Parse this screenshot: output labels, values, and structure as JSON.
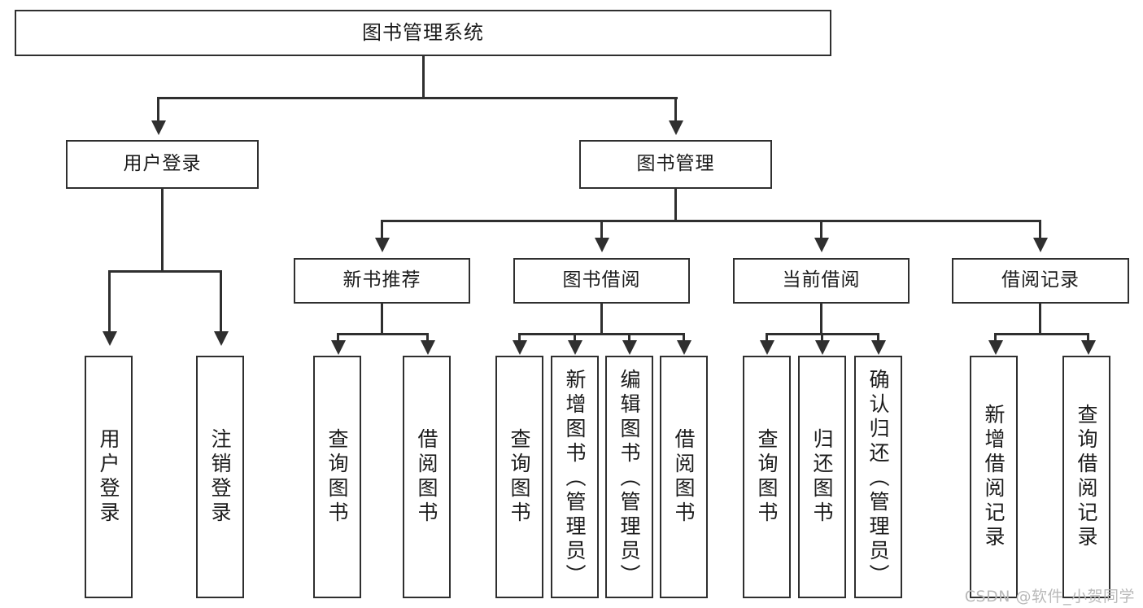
{
  "diagram": {
    "title": "图书管理系统",
    "type": "tree-hierarchy",
    "root": {
      "id": "root",
      "label": "图书管理系统"
    },
    "level2": [
      {
        "id": "user-login",
        "label": "用户登录"
      },
      {
        "id": "book-manage",
        "label": "图书管理"
      }
    ],
    "level3": [
      {
        "id": "new-book-recommend",
        "label": "新书推荐"
      },
      {
        "id": "book-borrow",
        "label": "图书借阅"
      },
      {
        "id": "current-borrow",
        "label": "当前借阅"
      },
      {
        "id": "borrow-record",
        "label": "借阅记录"
      }
    ],
    "leaves": {
      "user_login": [
        {
          "id": "leaf-user-login",
          "label": "用户登录"
        },
        {
          "id": "leaf-logout-login",
          "label": "注销登录"
        }
      ],
      "new_book_recommend": [
        {
          "id": "leaf-query-book-1",
          "label": "查询图书"
        },
        {
          "id": "leaf-borrow-book-1",
          "label": "借阅图书"
        }
      ],
      "book_borrow": [
        {
          "id": "leaf-query-book-2",
          "label": "查询图书"
        },
        {
          "id": "leaf-add-book",
          "label": "新增图书（管理员）"
        },
        {
          "id": "leaf-edit-book",
          "label": "编辑图书（管理员）"
        },
        {
          "id": "leaf-borrow-book-2",
          "label": "借阅图书"
        }
      ],
      "current_borrow": [
        {
          "id": "leaf-query-book-3",
          "label": "查询图书"
        },
        {
          "id": "leaf-return-book",
          "label": "归还图书"
        },
        {
          "id": "leaf-confirm-return",
          "label": "确认归还（管理员）"
        }
      ],
      "borrow_record": [
        {
          "id": "leaf-add-record",
          "label": "新增借阅记录"
        },
        {
          "id": "leaf-query-record",
          "label": "查询借阅记录"
        }
      ]
    }
  },
  "watermark": {
    "text": "CSDN @软件_小贺同学"
  },
  "colors": {
    "stroke": "#2f2f2f",
    "background": "#ffffff",
    "text": "#1b1b1b",
    "watermark": "#b9b9b9"
  }
}
